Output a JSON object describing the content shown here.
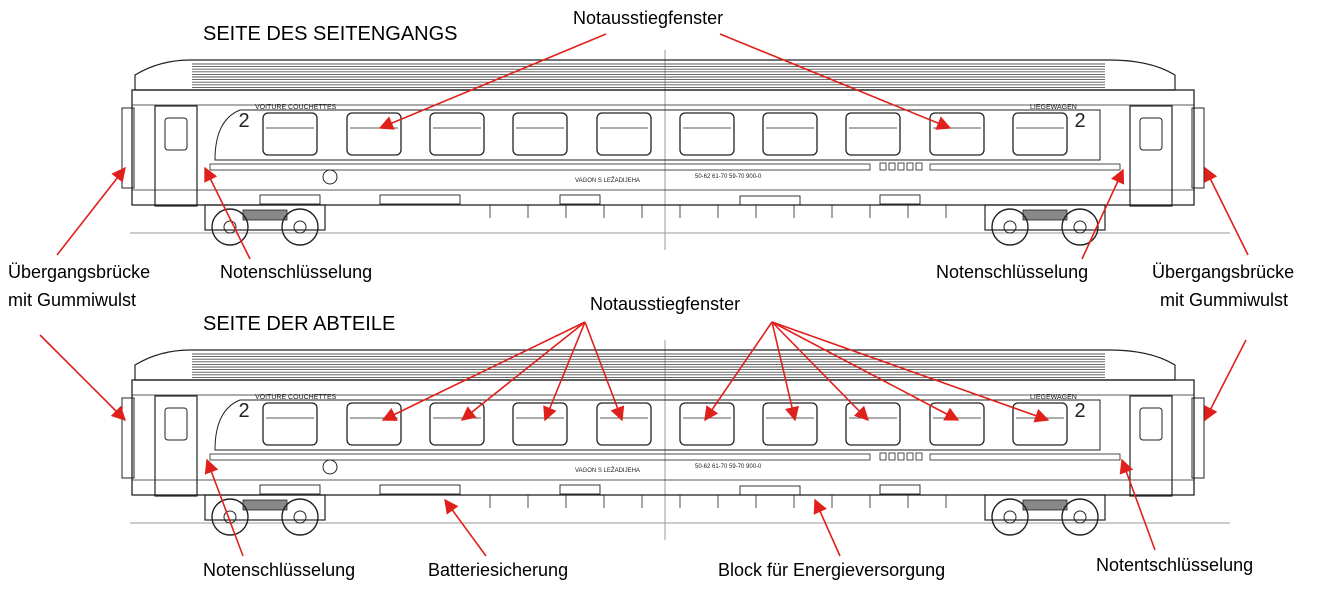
{
  "colors": {
    "arrow": "#e0201b",
    "line": "#222222",
    "faint": "#9a9a9a",
    "background": "#ffffff"
  },
  "top_view": {
    "section_title": "SEITE DES SEITENGANGS",
    "coach_text": {
      "left_name": "VOITURE COUCHETTES",
      "right_name": "LIEGEWAGEN",
      "class_mark": "2",
      "lettering": "VAGON S LEŽADIJEHA",
      "number": "50-62 61-70 59-70 900-0"
    },
    "labels": {
      "emergency_windows": "Notausstiegfenster",
      "left_unlock": "Notenschlüsselung",
      "right_unlock": "Notenschlüsselung",
      "left_gangway_line1": "Übergangsbrücke",
      "left_gangway_line2": "mit Gummiwulst",
      "right_gangway_line1": "Übergangsbrücke",
      "right_gangway_line2": "mit Gummiwulst"
    }
  },
  "bottom_view": {
    "section_title": "SEITE DER ABTEILE",
    "coach_text": {
      "left_name": "VOITURE COUCHETTES",
      "right_name": "LIEGEWAGEN",
      "class_mark": "2",
      "lettering": "VAGON S LEŽADIJEHA",
      "number": "50-62 61-70 59-70 900-0"
    },
    "labels": {
      "emergency_windows": "Notausstiegfenster",
      "left_unlock": "Notenschlüsselung",
      "battery": "Batteriesicherung",
      "power_block": "Block für Energieversorgung",
      "right_unlock": "Notentschlüsselung"
    }
  }
}
